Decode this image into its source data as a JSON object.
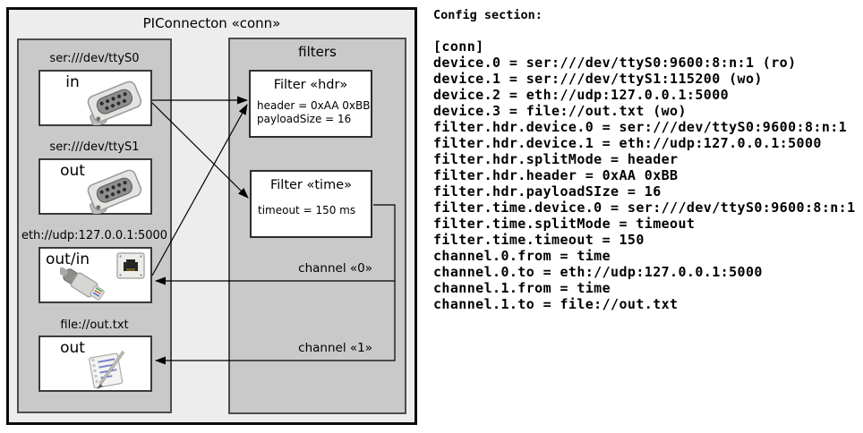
{
  "diagram": {
    "title": "PIConnecton «conn»",
    "devices": [
      {
        "label": "ser:///dev/ttyS0",
        "direction": "in",
        "icon": "serial-connector-icon"
      },
      {
        "label": "ser:///dev/ttyS1",
        "direction": "out",
        "icon": "serial-connector-icon"
      },
      {
        "label": "eth://udp:127.0.0.1:5000",
        "direction": "out/in",
        "icon": "ethernet-icon"
      },
      {
        "label": "file://out.txt",
        "direction": "out",
        "icon": "notepad-icon"
      }
    ],
    "filters_title": "filters",
    "filters": [
      {
        "title": "Filter «hdr»",
        "properties": [
          "header = 0xAA 0xBB",
          "payloadSize = 16"
        ]
      },
      {
        "title": "Filter «time»",
        "properties": [
          "timeout = 150 ms"
        ]
      }
    ],
    "channels": [
      {
        "label": "channel «0»"
      },
      {
        "label": "channel «1»"
      }
    ]
  },
  "config": {
    "heading": "Config section:",
    "lines": [
      "[conn]",
      "device.0 = ser:///dev/ttyS0:9600:8:n:1 (ro)",
      "device.1 = ser:///dev/ttyS1:115200 (wo)",
      "device.2 = eth://udp:127.0.0.1:5000",
      "device.3 = file://out.txt (wo)",
      "filter.hdr.device.0 = ser:///dev/ttyS0:9600:8:n:1",
      "filter.hdr.device.1 = eth://udp:127.0.0.1:5000",
      "filter.hdr.splitMode = header",
      "filter.hdr.header = 0xAA 0xBB",
      "filter.hdr.payloadSIze = 16",
      "filter.time.device.0 = ser:///dev/ttyS0:9600:8:n:1",
      "filter.time.splitMode = timeout",
      "filter.time.timeout = 150",
      "channel.0.from = time",
      "channel.0.to = eth://udp:127.0.0.1:5000",
      "channel.1.from = time",
      "channel.1.to = file://out.txt"
    ]
  },
  "colors": {
    "outer_fill": "#ededed",
    "group_fill": "#c9c9c9",
    "box_fill": "#ffffff",
    "wire": "#000000",
    "border_dark": "#0b0b0b"
  }
}
